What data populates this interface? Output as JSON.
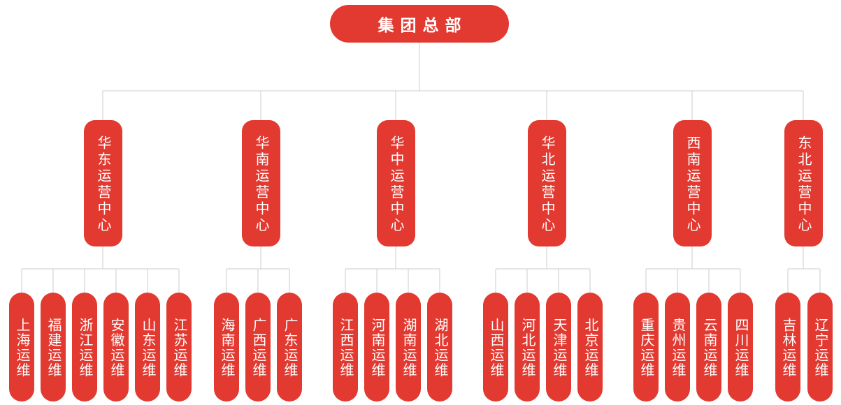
{
  "chart": {
    "type": "org-tree",
    "colors": {
      "node_fill": "#E23A31",
      "node_text": "#FFFFFF",
      "connector": "#CCCCCC",
      "background": "#FFFFFF"
    },
    "root": {
      "label": "集团总部"
    },
    "groups": [
      {
        "label": "华东运营中心",
        "children": [
          {
            "label": "上海运维"
          },
          {
            "label": "福建运维"
          },
          {
            "label": "浙江运维"
          },
          {
            "label": "安徽运维"
          },
          {
            "label": "山东运维"
          },
          {
            "label": "江苏运维"
          }
        ]
      },
      {
        "label": "华南运营中心",
        "children": [
          {
            "label": "海南运维"
          },
          {
            "label": "广西运维"
          },
          {
            "label": "广东运维"
          }
        ]
      },
      {
        "label": "华中运营中心",
        "children": [
          {
            "label": "江西运维"
          },
          {
            "label": "河南运维"
          },
          {
            "label": "湖南运维"
          },
          {
            "label": "湖北运维"
          }
        ]
      },
      {
        "label": "华北运营中心",
        "children": [
          {
            "label": "山西运维"
          },
          {
            "label": "河北运维"
          },
          {
            "label": "天津运维"
          },
          {
            "label": "北京运维"
          }
        ]
      },
      {
        "label": "西南运营中心",
        "children": [
          {
            "label": "重庆运维"
          },
          {
            "label": "贵州运维"
          },
          {
            "label": "云南运维"
          },
          {
            "label": "四川运维"
          }
        ]
      },
      {
        "label": "东北运营中心",
        "children": [
          {
            "label": "吉林运维"
          },
          {
            "label": "辽宁运维"
          }
        ]
      }
    ]
  }
}
